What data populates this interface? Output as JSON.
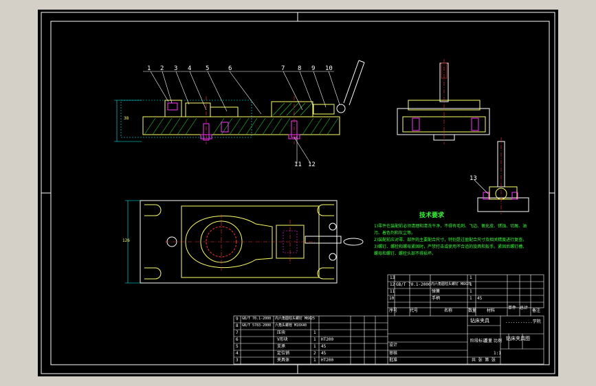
{
  "colors": {
    "background": "#d4d0c8",
    "sheet": "#000000",
    "frame": "#ffffff",
    "part": "#ffff66",
    "hatch": "#33cc33",
    "centerline": "#ff3333",
    "dimension": "#00ffff",
    "bolt": "#ff33ff",
    "text": "#33ff33"
  },
  "balloons_top": [
    "1",
    "2",
    "3",
    "4",
    "5",
    "6",
    "7",
    "8",
    "9",
    "10"
  ],
  "balloons_bottom": [
    "11",
    "12"
  ],
  "balloon_side": "13",
  "technical_requirements": {
    "title": "技术要求",
    "lines": [
      "1)零件在装配前必须清理和清洗干净，不得有毛刺、飞边、氧化皮、锈蚀、切屑、油",
      "污、着色剂和灰尘等。",
      "2)装配前应对零、部件的主要配合尺寸，特别是过盈配合尺寸及相关精度进行复查。",
      "3)螺钉、螺栓和螺母紧固时，严禁打击或使用不合适的旋具和扳手。紧固后螺钉槽、",
      "螺母和螺钉、螺栓头部不得损坏。"
    ]
  },
  "parts_list_upper": [
    [
      "13",
      "",
      "",
      "1",
      "",
      ""
    ],
    [
      "12",
      "GB/T 70.1-2000",
      "内六角圆柱头螺钉 M8X25",
      "1",
      "",
      ""
    ],
    [
      "11",
      "",
      "弹簧",
      "1",
      "",
      ""
    ],
    [
      "10",
      "",
      "手柄",
      "1",
      "45",
      ""
    ]
  ],
  "parts_list_lower": [
    [
      "9",
      "GB/T 70.1-2000",
      "内六角圆柱头螺钉 M8X25",
      "",
      "",
      ""
    ],
    [
      "8",
      "GB/T 5783-2000",
      "六角头螺栓 M10X40",
      "",
      "",
      ""
    ],
    [
      "7",
      "",
      "压块",
      "1",
      "",
      ""
    ],
    [
      "6",
      "",
      "V形块",
      "1",
      "HT200",
      ""
    ],
    [
      "5",
      "",
      "支承",
      "1",
      "45",
      ""
    ],
    [
      "4",
      "",
      "定位销",
      "2",
      "45",
      ""
    ],
    [
      "3",
      "",
      "夹具体",
      "1",
      "HT200",
      ""
    ]
  ],
  "parts_header": {
    "no": "序号",
    "code": "代号",
    "name": "名称",
    "qty": "数量",
    "material": "材料",
    "weight": "单件",
    "total": "总计",
    "remark": "备注"
  },
  "title_block": {
    "drawing_name": "钻床夹具",
    "company": "...........学院",
    "drawing_no": "钻床夹具图",
    "scale_label": "比例",
    "scale": "1:1",
    "sheet": "共 张 第 张",
    "designer": "设计",
    "checker": "审核",
    "approve": "批准",
    "stage": "阶段标记",
    "weight": "重量",
    "ratio": "比例"
  },
  "dimension_labels": {
    "left_height": "38",
    "plan_height": "126"
  }
}
